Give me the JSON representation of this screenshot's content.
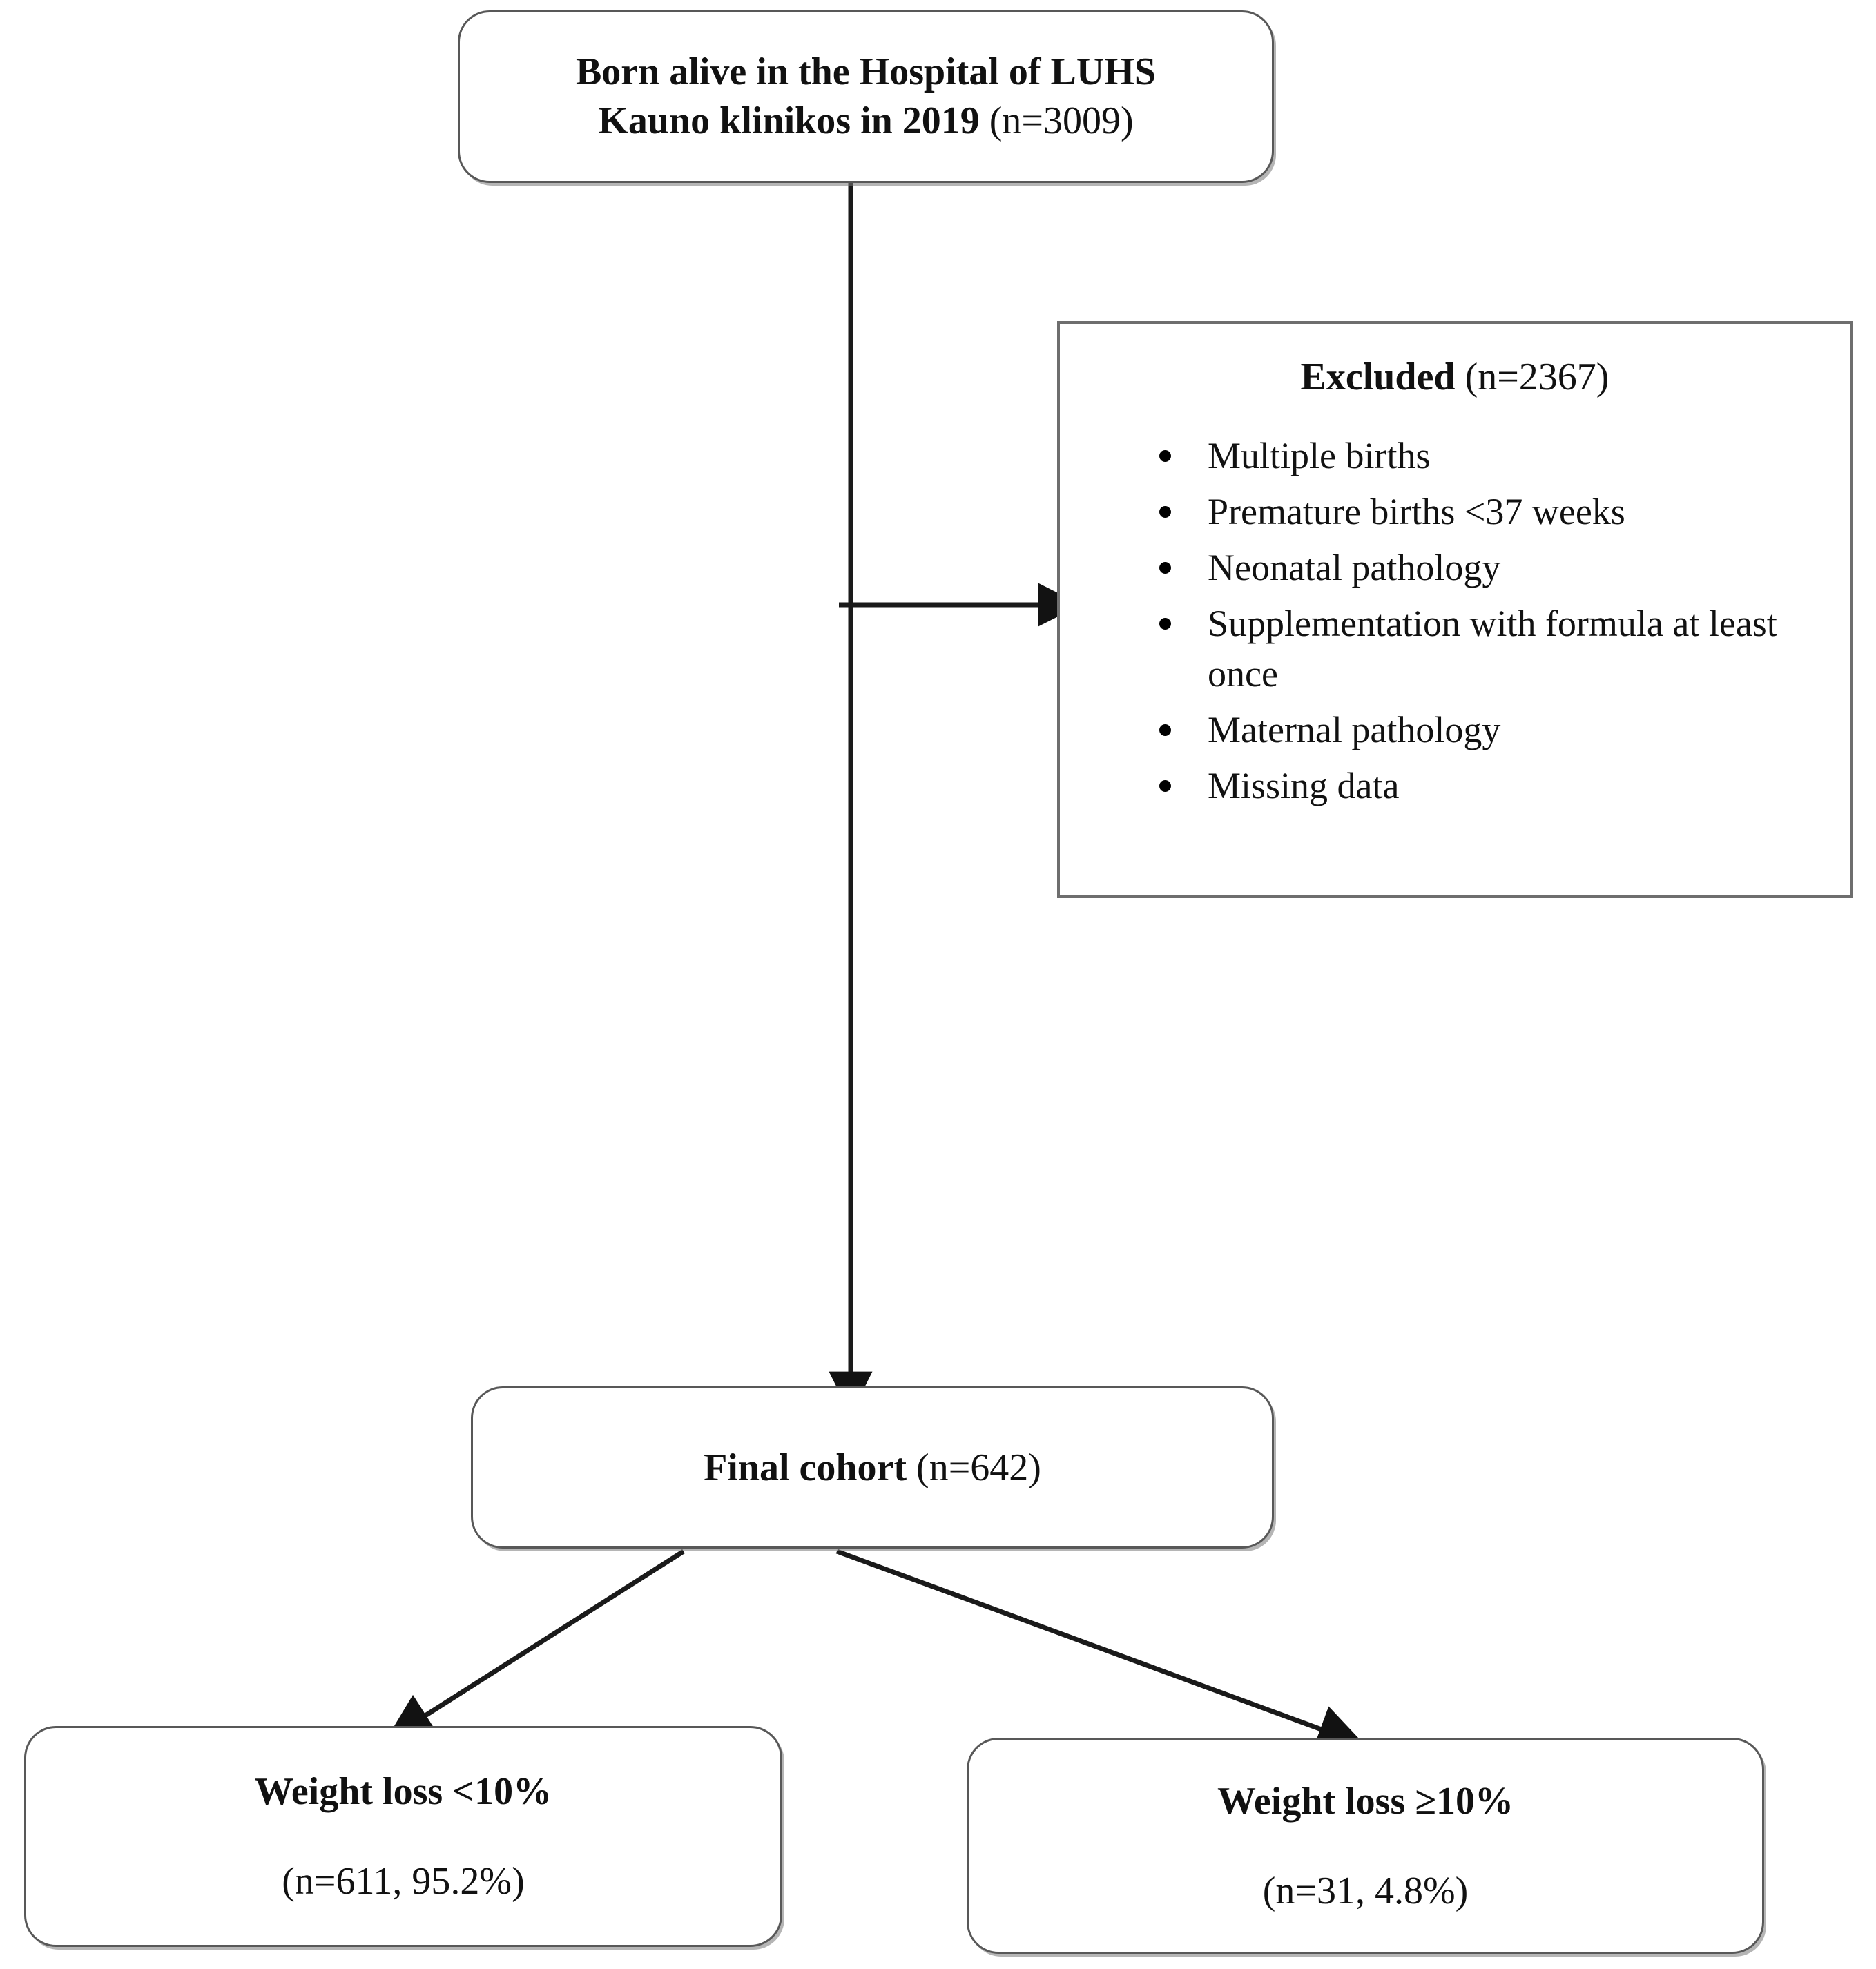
{
  "diagram": {
    "type": "flowchart",
    "title": "Study cohort selection flow diagram",
    "nodes": {
      "born_alive": {
        "line1_bold": "Born alive in the Hospital of LUHS",
        "line2_bold": "Kauno klinikos in 2019",
        "line2_count": " (n=3009)"
      },
      "excluded": {
        "title_bold": "Excluded",
        "title_count": " (n=2367)",
        "items": [
          "Multiple births",
          "Premature births <37 weeks",
          "Neonatal pathology",
          "Supplementation with formula at least once",
          "Maternal pathology",
          "Missing data"
        ]
      },
      "final_cohort": {
        "label_bold": "Final cohort",
        "label_count": " (n=642)"
      },
      "weight_loss_low": {
        "title": "Weight loss <10%",
        "subtitle": "(n=611, 95.2%)"
      },
      "weight_loss_high": {
        "title": "Weight loss ≥10%",
        "subtitle": "(n=31, 4.8%)"
      }
    },
    "edges": [
      {
        "name": "born-alive-to-final-cohort",
        "from": "born_alive",
        "to": "final_cohort",
        "style": "vertical-arrow"
      },
      {
        "name": "trunk-to-excluded",
        "from": "born_alive",
        "to": "excluded",
        "style": "horizontal-arrow"
      },
      {
        "name": "final-cohort-to-weight-loss-low",
        "from": "final_cohort",
        "to": "weight_loss_low",
        "style": "diagonal-arrow"
      },
      {
        "name": "final-cohort-to-weight-loss-high",
        "from": "final_cohort",
        "to": "weight_loss_high",
        "style": "diagonal-arrow"
      }
    ],
    "colors": {
      "background": "#ffffff",
      "text": "#111111",
      "box_border": "#585858",
      "square_border": "#6e6e6e",
      "connector": "#1a1a1a",
      "shadow": "#787878"
    }
  }
}
